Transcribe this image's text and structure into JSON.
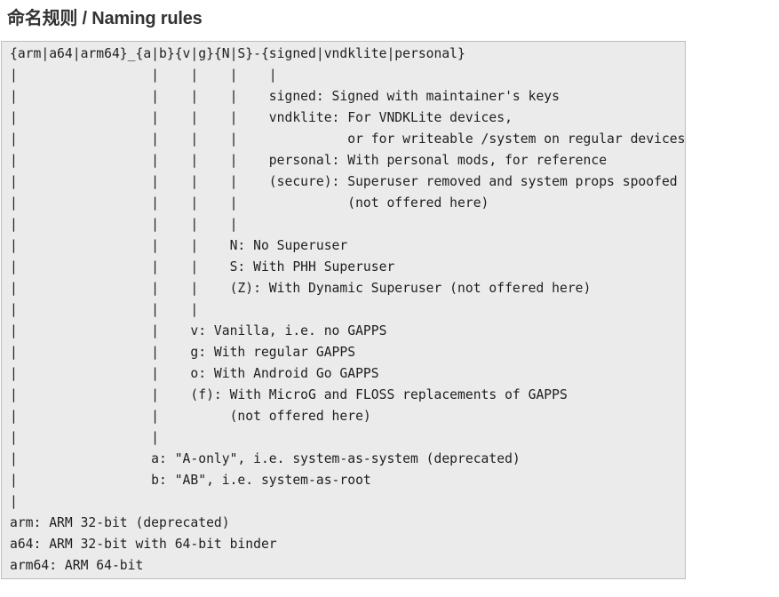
{
  "page": {
    "title": "命名规则 / Naming rules"
  },
  "code_block": {
    "lines": [
      "{arm|a64|arm64}_{a|b}{v|g}{N|S}-{signed|vndklite|personal}",
      "|                 |    |    |    |",
      "|                 |    |    |    signed: Signed with maintainer's keys",
      "|                 |    |    |    vndklite: For VNDKLite devices,",
      "|                 |    |    |              or for writeable /system on regular devices",
      "|                 |    |    |    personal: With personal mods, for reference",
      "|                 |    |    |    (secure): Superuser removed and system props spoofed",
      "|                 |    |    |              (not offered here)",
      "|                 |    |    |",
      "|                 |    |    N: No Superuser",
      "|                 |    |    S: With PHH Superuser",
      "|                 |    |    (Z): With Dynamic Superuser (not offered here)",
      "|                 |    |",
      "|                 |    v: Vanilla, i.e. no GAPPS",
      "|                 |    g: With regular GAPPS",
      "|                 |    o: With Android Go GAPPS",
      "|                 |    (f): With MicroG and FLOSS replacements of GAPPS",
      "|                 |         (not offered here)",
      "|                 |",
      "|                 a: \"A-only\", i.e. system-as-system (deprecated)",
      "|                 b: \"AB\", i.e. system-as-root",
      "|",
      "arm: ARM 32-bit (deprecated)",
      "a64: ARM 32-bit with 64-bit binder",
      "arm64: ARM 64-bit"
    ]
  }
}
